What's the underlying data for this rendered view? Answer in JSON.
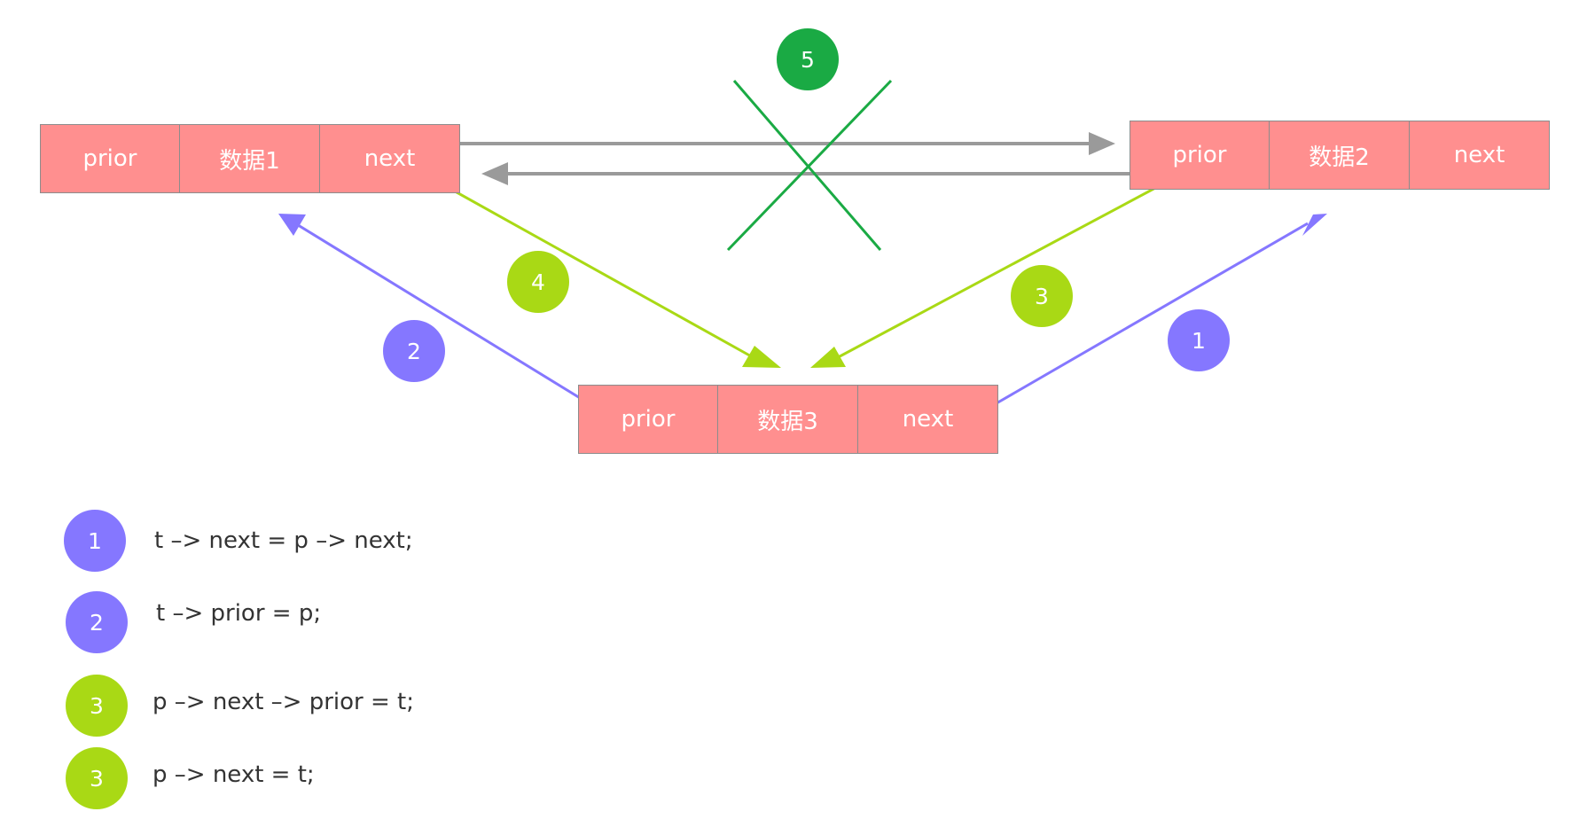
{
  "colors": {
    "node_fill": "#ff8f8f",
    "node_border": "#8c8c8c",
    "purple": "#8577ff",
    "yellow_green": "#a9d915",
    "green": "#1aaa44",
    "gray_arrow": "#9a9a9a"
  },
  "nodes": {
    "node1": {
      "prior": "prior",
      "data": "数据1",
      "next": "next"
    },
    "node2": {
      "prior": "prior",
      "data": "数据2",
      "next": "next"
    },
    "node3": {
      "prior": "prior",
      "data": "数据3",
      "next": "next"
    }
  },
  "badges": {
    "b1": "1",
    "b2": "2",
    "b3": "3",
    "b4": "4",
    "b5": "5"
  },
  "legend": [
    {
      "num": "1",
      "code": "t –> next = p –> next;"
    },
    {
      "num": "2",
      "code": "t –> prior = p;"
    },
    {
      "num": "3",
      "code": "p –> next –> prior = t;"
    },
    {
      "num": "3",
      "code": "p –> next = t;"
    }
  ]
}
